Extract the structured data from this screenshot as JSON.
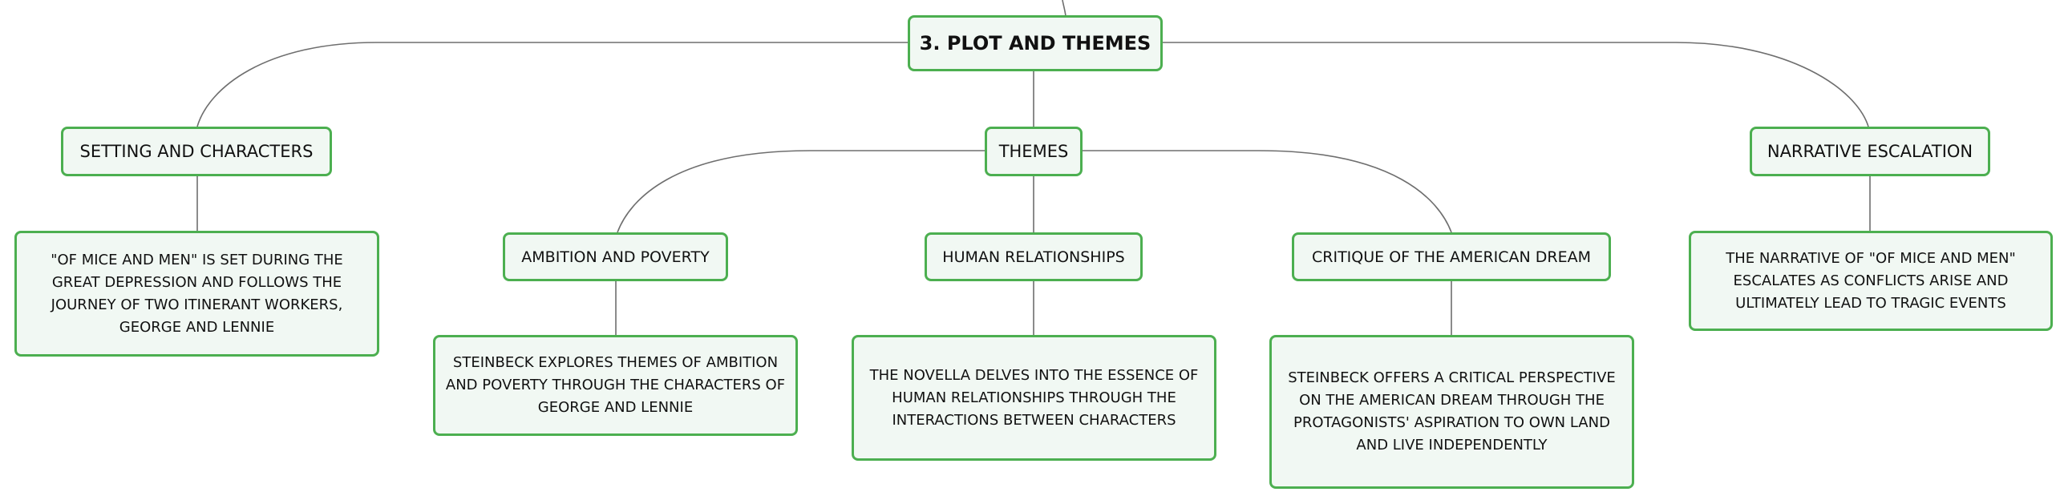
{
  "mindmap": {
    "root": {
      "label": "3. PLOT AND THEMES"
    },
    "branches": [
      {
        "label": "SETTING AND CHARACTERS",
        "detail": "\"OF MICE AND MEN\" IS SET DURING THE GREAT DEPRESSION AND FOLLOWS THE JOURNEY OF TWO ITINERANT WORKERS, GEORGE AND LENNIE"
      },
      {
        "label": "THEMES",
        "children": [
          {
            "label": "AMBITION AND POVERTY",
            "detail": "STEINBECK EXPLORES THEMES OF AMBITION AND POVERTY THROUGH THE CHARACTERS OF GEORGE AND LENNIE"
          },
          {
            "label": "HUMAN RELATIONSHIPS",
            "detail": "THE NOVELLA DELVES INTO THE ESSENCE OF HUMAN RELATIONSHIPS THROUGH THE INTERACTIONS BETWEEN CHARACTERS"
          },
          {
            "label": "CRITIQUE OF THE AMERICAN DREAM",
            "detail": "STEINBECK OFFERS A CRITICAL PERSPECTIVE ON THE AMERICAN DREAM THROUGH THE PROTAGONISTS' ASPIRATION TO OWN LAND AND LIVE INDEPENDENTLY"
          }
        ]
      },
      {
        "label": "NARRATIVE ESCALATION",
        "detail": "THE NARRATIVE OF \"OF MICE AND MEN\" ESCALATES AS CONFLICTS ARISE AND ULTIMATELY LEAD TO TRAGIC EVENTS"
      }
    ]
  },
  "colors": {
    "node_border": "#4caf50",
    "node_fill": "#f1f8f3",
    "connector": "#6e6e6e",
    "text": "#111111"
  }
}
